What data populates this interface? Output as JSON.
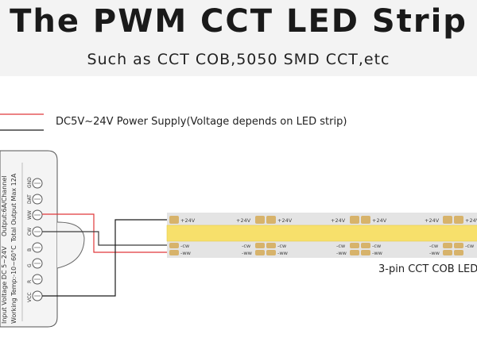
{
  "header": {
    "title": "The PWM CCT LED Strip",
    "subtitle": "Such as CCT COB,5050 SMD CCT,etc"
  },
  "power_supply": {
    "label": "DC5V~24V Power Supply(Voltage depends on LED strip)"
  },
  "controller": {
    "specs": [
      "Input Voltage DC 5~24V",
      "Working Temp:-10~60°C",
      "Output:6A/Channel",
      "Total Output Max 12A"
    ],
    "pins": [
      "GND",
      "DAT",
      "WW",
      "CW",
      "B",
      "G",
      "R",
      "VCC"
    ]
  },
  "strip": {
    "label": "3-pin CCT COB LED",
    "pad_top": "+24V",
    "pad_cw": "-cw",
    "pad_ww": "-ww"
  },
  "colors": {
    "strip_yellow": "#f7e06b",
    "pcb": "#e4e4e4",
    "wire_red": "#e0383a",
    "wire_black": "#1a1a1a",
    "wire_dark": "#3a3a3a"
  }
}
